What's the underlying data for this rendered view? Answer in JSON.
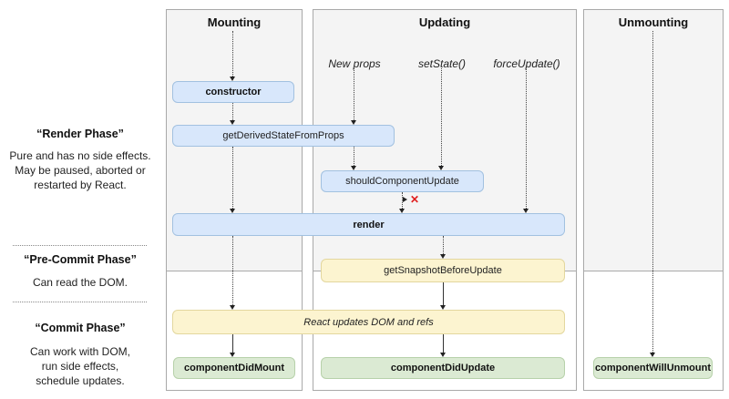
{
  "diagram": {
    "columns": [
      {
        "id": "mounting",
        "title": "Mounting"
      },
      {
        "id": "updating",
        "title": "Updating",
        "triggers": [
          "New props",
          "setState()",
          "forceUpdate()"
        ]
      },
      {
        "id": "unmounting",
        "title": "Unmounting"
      }
    ],
    "phases": [
      {
        "title": "“Render Phase”",
        "description": "Pure and has no side effects.\nMay be paused, aborted or\nrestarted by React."
      },
      {
        "title": "“Pre-Commit Phase”",
        "description": "Can read the DOM."
      },
      {
        "title": "“Commit Phase”",
        "description": "Can work with DOM,\nrun side effects,\nschedule updates."
      }
    ],
    "nodes": {
      "constructorMethod": "constructor",
      "getDerivedStateFromProps": "getDerivedStateFromProps",
      "shouldComponentUpdate": "shouldComponentUpdate",
      "render": "render",
      "getSnapshotBeforeUpdate": "getSnapshotBeforeUpdate",
      "reactUpdatesDom": "React updates DOM and refs",
      "componentDidMount": "componentDidMount",
      "componentDidUpdate": "componentDidUpdate",
      "componentWillUnmount": "componentWillUnmount"
    },
    "icons": {
      "cancel_x": "✕"
    },
    "colors": {
      "node_blue": "#d8e7fb",
      "node_blue_border": "#a2c1e0",
      "node_yellow": "#fcf4d0",
      "node_yellow_border": "#e3d79e",
      "node_green": "#dbead3",
      "node_green_border": "#b7d1aa",
      "column_header_bg": "#f4f4f4",
      "column_border": "#a9a9a9",
      "cancel_red": "#e01e1e"
    }
  }
}
